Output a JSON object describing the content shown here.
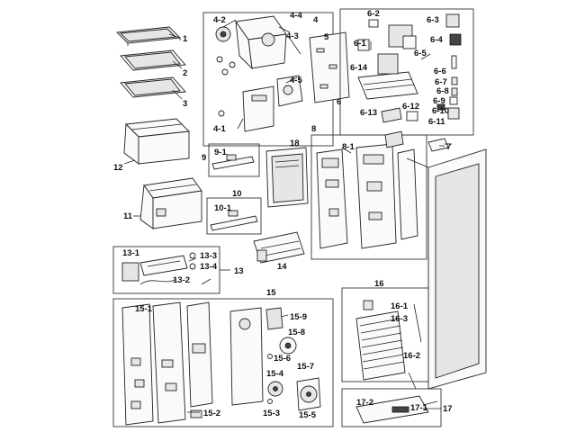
{
  "labels": {
    "l1": "1",
    "l2": "2",
    "l3": "3",
    "l4": "4",
    "l4_1": "4-1",
    "l4_2": "4-2",
    "l4_3": "4-3",
    "l4_4": "4-4",
    "l4_5": "4-5",
    "l5": "5",
    "l6": "6",
    "l6_1": "6-1",
    "l6_2": "6-2",
    "l6_3": "6-3",
    "l6_4": "6-4",
    "l6_5": "6-5",
    "l6_6": "6-6",
    "l6_7": "6-7",
    "l6_8": "6-8",
    "l6_9": "6-9",
    "l6_10": "6-10",
    "l6_11": "6-11",
    "l6_12": "6-12",
    "l6_13": "6-13",
    "l6_14": "6-14",
    "l7": "7",
    "l8": "8",
    "l8_1": "8-1",
    "l9": "9",
    "l9_1": "9-1",
    "l10": "10",
    "l10_1": "10-1",
    "l11": "11",
    "l12": "12",
    "l13": "13",
    "l13_1": "13-1",
    "l13_2": "13-2",
    "l13_3": "13-3",
    "l13_4": "13-4",
    "l14": "14",
    "l15": "15",
    "l15_1": "15-1",
    "l15_2": "15-2",
    "l15_3": "15-3",
    "l15_4": "15-4",
    "l15_5": "15-5",
    "l15_6": "15-6",
    "l15_7": "15-7",
    "l15_8": "15-8",
    "l15_9": "15-9",
    "l16": "16",
    "l16_1": "16-1",
    "l16_2": "16-2",
    "l16_3": "16-3",
    "l17": "17",
    "l17_1": "17-1",
    "l17_2": "17-2",
    "l18": "18"
  }
}
